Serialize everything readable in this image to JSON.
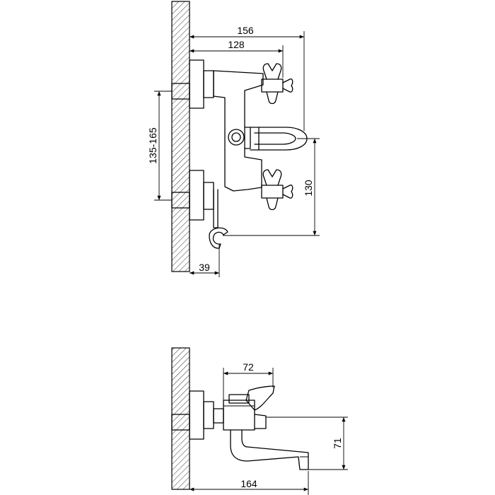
{
  "top_view": {
    "dimensions": {
      "overall_width": "156",
      "handle_offset": "128",
      "connection_spacing": "135-165",
      "height": "130",
      "holder_offset": "39"
    }
  },
  "side_view": {
    "dimensions": {
      "body_depth": "72",
      "spout_reach": "164",
      "spout_height": "71"
    }
  }
}
